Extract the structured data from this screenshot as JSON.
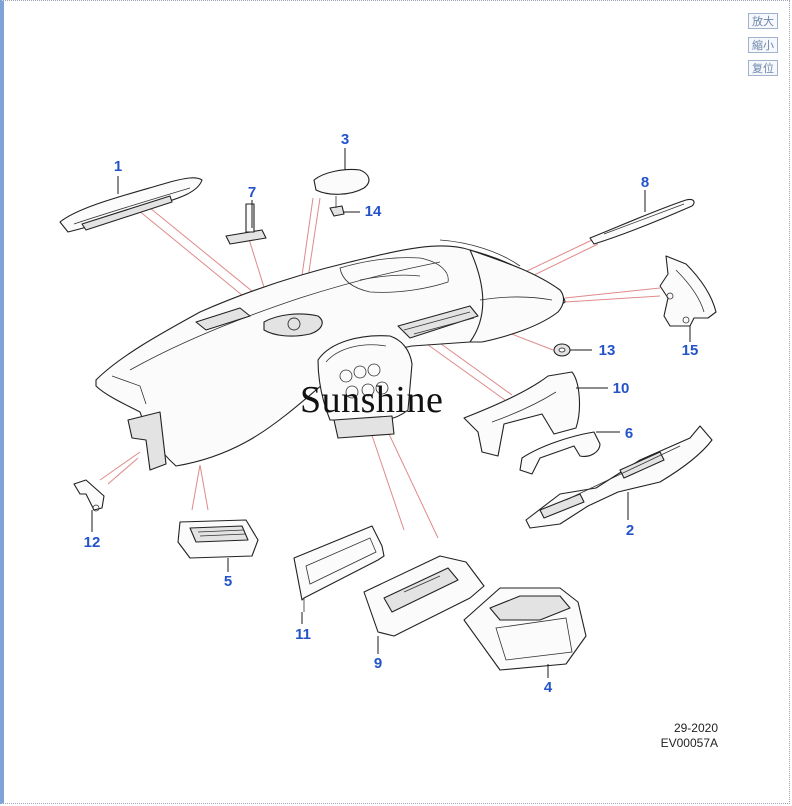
{
  "viewer": {
    "zoom_in_label": "放大",
    "zoom_out_label": "縮小",
    "reset_label": "复位"
  },
  "diagram": {
    "callouts": [
      "1",
      "2",
      "3",
      "4",
      "5",
      "6",
      "7",
      "8",
      "9",
      "10",
      "11",
      "12",
      "13",
      "14",
      "15"
    ],
    "watermark": "Sunshine",
    "ref_code": "29-2020",
    "ref_id": "EV00057A"
  },
  "colors": {
    "callout": "#2453c9",
    "leader_line": "#e08a8a",
    "frame_accent": "#7fa3d6"
  }
}
